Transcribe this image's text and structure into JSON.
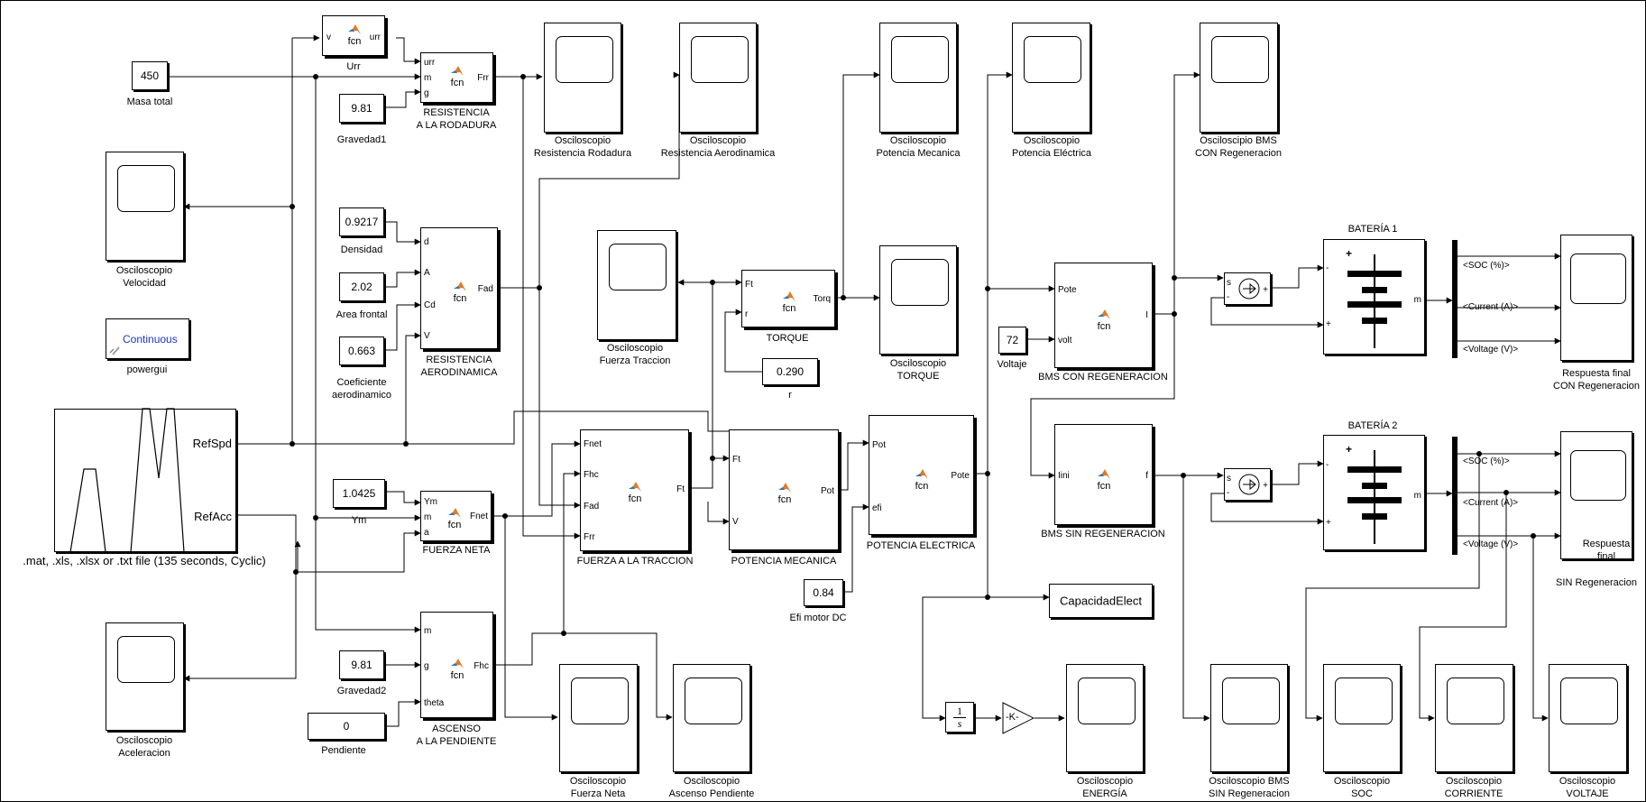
{
  "fcn_text": "fcn",
  "const_values": {
    "masa": "450",
    "gravedad1": "9.81",
    "densidad": "0.9217",
    "area": "2.02",
    "coef": "0.663",
    "ym": "1.0425",
    "gravedad2": "9.81",
    "pendiente": "0",
    "r": "0.290",
    "voltaje": "72",
    "efi": "0.84"
  },
  "labels": {
    "masa": "Masa total",
    "gravedad1": "Gravedad1",
    "densidad": "Densidad",
    "area": "Area frontal",
    "coef": [
      "Coeficiente",
      "aerodinamico"
    ],
    "ym": "Ym",
    "gravedad2": "Gravedad2",
    "pendiente": "Pendiente",
    "r": "r",
    "voltaje": "Voltaje",
    "efi": "Efi motor DC",
    "urr": "Urr",
    "resistencia_rodadura": [
      "RESISTENCIA",
      "A LA RODADURA"
    ],
    "resistencia_aero": [
      "RESISTENCIA",
      "AERODINAMICA"
    ],
    "fuerza_neta": "FUERZA NETA",
    "ascenso": [
      "ASCENSO",
      "A LA PENDIENTE"
    ],
    "fuerza_traccion": "FUERZA A LA TRACCION",
    "torque": "TORQUE",
    "potencia_mecanica": "POTENCIA MECANICA",
    "potencia_electrica": "POTENCIA ELECTRICA",
    "bms_con": "BMS CON REGENERACION",
    "bms_sin": "BMS SIN REGENERACION",
    "bateria1": "BATERÍA 1",
    "bateria2": "BATERÍA 2",
    "powergui": "powergui",
    "continuous": "Continuous",
    "from_file": ".mat, .xls, .xlsx or .txt file (135  seconds, Cyclic)",
    "capacidad": "CapacidadElect",
    "gain": "-K-"
  },
  "scopes": {
    "velocidad": [
      "Osciloscopio",
      "Velocidad"
    ],
    "aceleracion": [
      "Osciloscopio",
      "Aceleracion"
    ],
    "res_rodadura": [
      "Osciloscopio",
      "Resistencia Rodadura"
    ],
    "res_aero": [
      "Osciloscopio",
      "Resistencia Aerodinamica"
    ],
    "fuerza_traccion": [
      "Osciloscopio",
      "Fuerza Traccion"
    ],
    "pot_mecanica": [
      "Osciloscopio",
      "Potencia Mecanica"
    ],
    "torque": [
      "Osciloscopio",
      "TORQUE"
    ],
    "pot_electrica": [
      "Osciloscopio",
      "Potencia Eléctrica"
    ],
    "bms_con": [
      "Osciloscipio BMS",
      "CON Regeneracion"
    ],
    "resp_con": [
      "Respuesta final",
      "CON Regeneracion"
    ],
    "resp_sin": [
      "Respuesta",
      "final",
      "SIN Regeneracion"
    ],
    "fuerza_neta": [
      "Osciloscopio",
      "Fuerza Neta"
    ],
    "ascenso": [
      "Osciloscopio",
      "Ascenso Pendiente"
    ],
    "energia": [
      "Osciloscopio",
      "ENERGÍA"
    ],
    "bms_sin": [
      "Osciloscopio BMS",
      "SIN Regeneracion"
    ],
    "soc": [
      "Osciloscopio",
      "SOC"
    ],
    "corriente": [
      "Osciloscopio",
      "CORRIENTE"
    ],
    "voltaje": [
      "Osciloscopio",
      "VOLTAJE"
    ]
  },
  "ports": {
    "v": "v",
    "urr": "urr",
    "m": "m",
    "g": "g",
    "frr": "Frr",
    "d": "d",
    "A": "A",
    "cd": "Cd",
    "V": "V",
    "fad": "Fad",
    "ym": "Ym",
    "a": "a",
    "fnet": "Fnet",
    "theta": "theta",
    "fhc": "Fhc",
    "ft": "Ft",
    "r": "r",
    "torq": "Torq",
    "fhc_in": "Fhc",
    "fad_in": "Fad",
    "frr_in": "Frr",
    "pot": "Pot",
    "efi": "efi",
    "pote": "Pote",
    "volt": "volt",
    "i": "I",
    "lini": "Iini",
    "f": "f",
    "refspd": "RefSpd",
    "refacc": "RefAcc",
    "s": "s",
    "plus": "+",
    "minus": "-"
  },
  "bus_signals": {
    "soc": "<SOC (%)>",
    "current": "<Current (A)>",
    "voltage": "<Voltage (V)>"
  },
  "integrator": {
    "num": "1",
    "den": "s"
  }
}
